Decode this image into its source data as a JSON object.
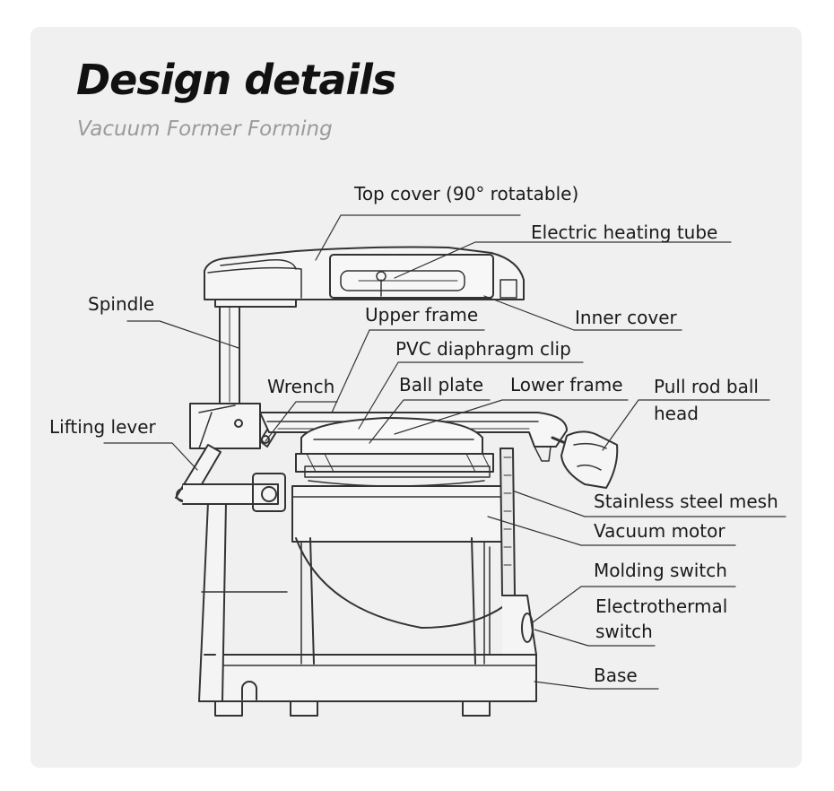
{
  "header": {
    "title": "Design details",
    "subtitle": "Vacuum Former Forming"
  },
  "labels": {
    "top_cover": "Top cover (90° rotatable)",
    "electric_heating_tube": "Electric heating tube",
    "spindle": "Spindle",
    "upper_frame": "Upper frame",
    "inner_cover": "Inner cover",
    "pvc_diaphragm_clip": "PVC diaphragm clip",
    "wrench": "Wrench",
    "ball_plate": "Ball plate",
    "lower_frame": "Lower frame",
    "pull_rod_ball_head_line1": "Pull rod ball",
    "pull_rod_ball_head_line2": "head",
    "lifting_lever": "Lifting lever",
    "stainless_steel_mesh": "Stainless steel mesh",
    "vacuum_motor": "Vacuum motor",
    "molding_switch": "Molding switch",
    "electrothermal_switch_line1": "Electrothermal",
    "electrothermal_switch_line2": "switch",
    "base": "Base"
  },
  "colors": {
    "background": "#f0f0f0",
    "title": "#111111",
    "subtitle": "#9a9a9a",
    "line": "#333333"
  }
}
